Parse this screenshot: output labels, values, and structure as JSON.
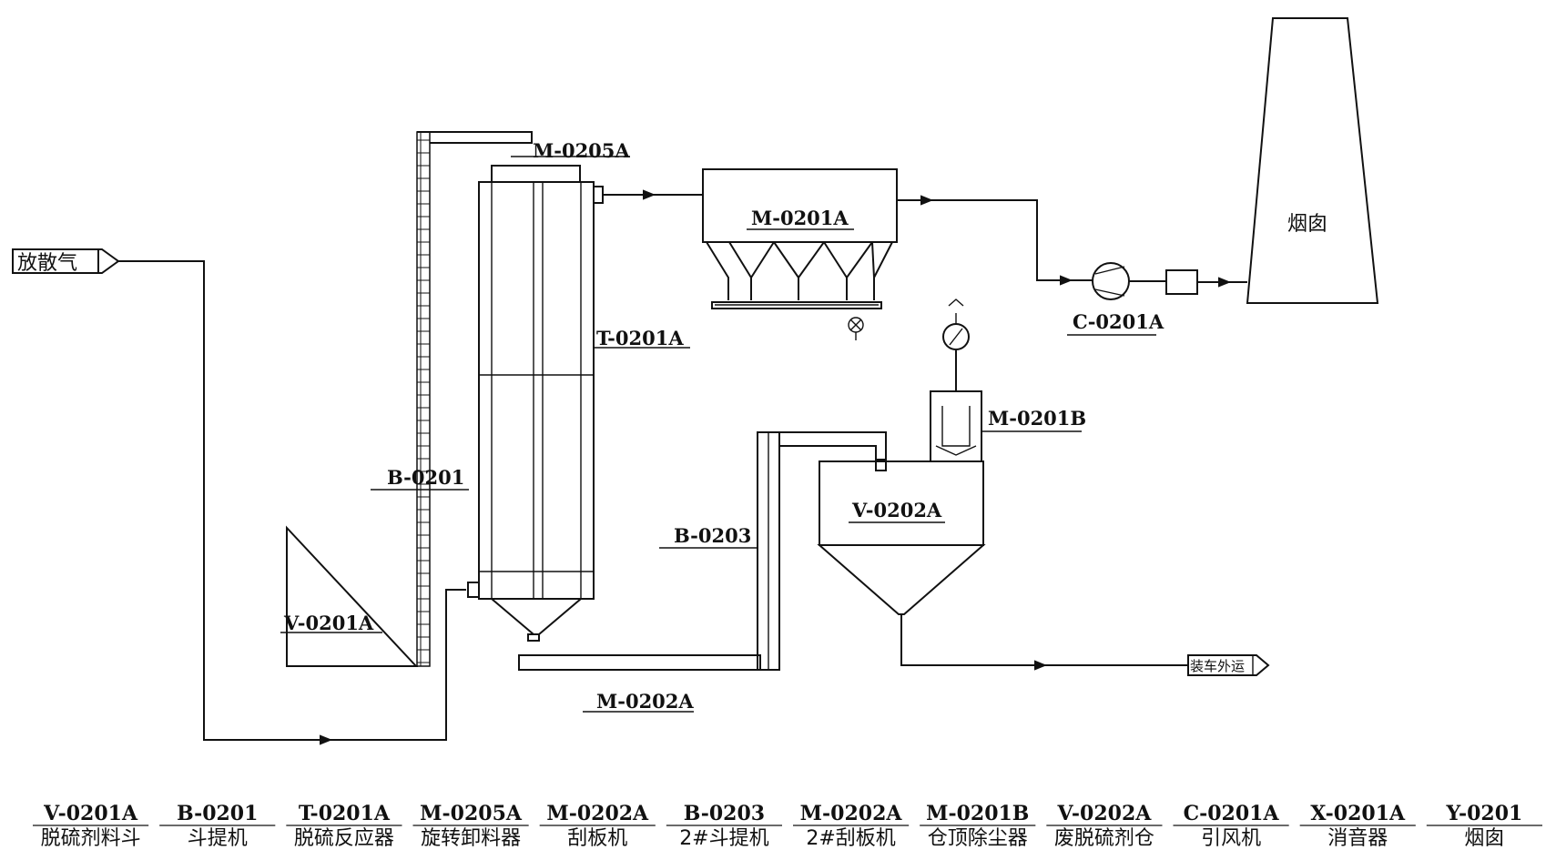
{
  "labels": {
    "vent_gas": "放散气",
    "chimney": "烟囱",
    "truck_out": "装车外运",
    "rotary_feeder": "M-0205A",
    "bag_filter": "M-0201A",
    "reactor": "T-0201A",
    "fan": "C-0201A",
    "roof_dust": "M-0201B",
    "waste_bin": "V-0202A",
    "elevator_1": "B-0201",
    "elevator_2": "B-0203",
    "hopper": "V-0201A",
    "scraper": "M-0202A"
  },
  "legend": [
    {
      "code": "V-0201A",
      "name": "脱硫剂料斗"
    },
    {
      "code": "B-0201",
      "name": "斗提机"
    },
    {
      "code": "T-0201A",
      "name": "脱硫反应器"
    },
    {
      "code": "M-0205A",
      "name": "旋转卸料器"
    },
    {
      "code": "M-0202A",
      "name": "刮板机"
    },
    {
      "code": "B-0203",
      "name": "2#斗提机"
    },
    {
      "code": "M-0202A",
      "name": "2#刮板机"
    },
    {
      "code": "M-0201B",
      "name": "仓顶除尘器"
    },
    {
      "code": "V-0202A",
      "name": "废脱硫剂仓"
    },
    {
      "code": "C-0201A",
      "name": "引风机"
    },
    {
      "code": "X-0201A",
      "name": "消音器"
    },
    {
      "code": "Y-0201",
      "name": "烟囱"
    }
  ]
}
